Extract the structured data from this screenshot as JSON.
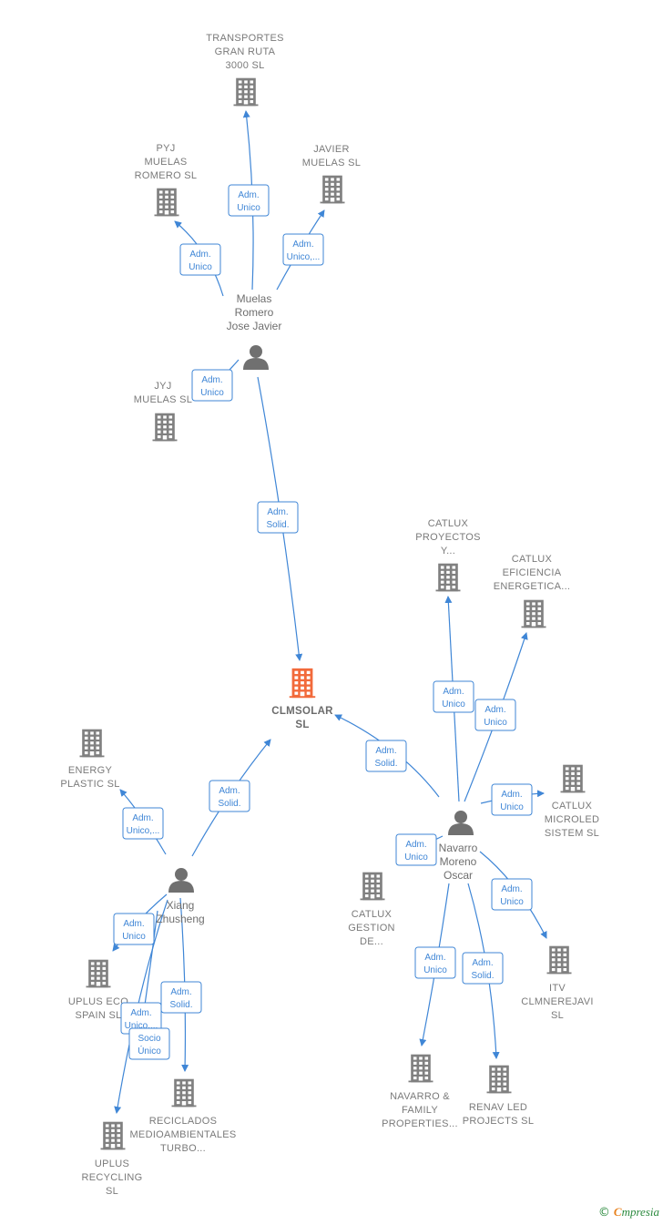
{
  "nodes": [
    {
      "id": "clmsolar",
      "type": "company",
      "main": true,
      "lines": [
        "CLMSOLAR",
        "SL"
      ],
      "color": "#f26a3b"
    },
    {
      "id": "transportes",
      "type": "company",
      "lines": [
        "TRANSPORTES",
        "GRAN RUTA",
        "3000 SL"
      ]
    },
    {
      "id": "pyj",
      "type": "company",
      "lines": [
        "PYJ",
        "MUELAS",
        "ROMERO SL"
      ]
    },
    {
      "id": "javier",
      "type": "company",
      "lines": [
        "JAVIER",
        "MUELAS  SL"
      ]
    },
    {
      "id": "jyj",
      "type": "company",
      "lines": [
        "JYJ",
        "MUELAS  SL"
      ]
    },
    {
      "id": "muelas",
      "type": "person",
      "lines": [
        "Muelas",
        "Romero",
        "Jose Javier"
      ]
    },
    {
      "id": "catlux_proy",
      "type": "company",
      "lines": [
        "CATLUX",
        "PROYECTOS",
        "Y..."
      ]
    },
    {
      "id": "catlux_ef",
      "type": "company",
      "lines": [
        "CATLUX",
        "EFICIENCIA",
        "ENERGETICA..."
      ]
    },
    {
      "id": "catlux_micro",
      "type": "company",
      "lines": [
        "CATLUX",
        "MICROLED",
        "SISTEM  SL"
      ]
    },
    {
      "id": "catlux_gest",
      "type": "company",
      "lines": [
        "CATLUX",
        "GESTION",
        "DE..."
      ]
    },
    {
      "id": "navarro",
      "type": "person",
      "lines": [
        "Navarro",
        "Moreno",
        "Oscar"
      ]
    },
    {
      "id": "itv",
      "type": "company",
      "lines": [
        "ITV",
        "CLMNEREJAVI",
        "SL"
      ]
    },
    {
      "id": "navarro_fam",
      "type": "company",
      "lines": [
        "NAVARRO &",
        "FAMILY",
        "PROPERTIES..."
      ]
    },
    {
      "id": "renav",
      "type": "company",
      "lines": [
        "RENAV LED",
        "PROJECTS SL"
      ]
    },
    {
      "id": "energy",
      "type": "company",
      "lines": [
        "ENERGY",
        "PLASTIC  SL"
      ]
    },
    {
      "id": "xiang",
      "type": "person",
      "lines": [
        "Xiang",
        "Zhusheng"
      ]
    },
    {
      "id": "uplus_eco",
      "type": "company",
      "lines": [
        "UPLUS ECO",
        "SPAIN  SL"
      ]
    },
    {
      "id": "reciclados",
      "type": "company",
      "lines": [
        "RECICLADOS",
        "MEDIOAMBIENTALES",
        "TURBO..."
      ]
    },
    {
      "id": "uplus_rec",
      "type": "company",
      "lines": [
        "UPLUS",
        "RECYCLING",
        "SL"
      ]
    }
  ],
  "edges": [
    {
      "from": "muelas",
      "to": "transportes",
      "label": [
        "Adm.",
        "Unico"
      ]
    },
    {
      "from": "muelas",
      "to": "pyj",
      "label": [
        "Adm.",
        "Unico"
      ]
    },
    {
      "from": "muelas",
      "to": "javier",
      "label": [
        "Adm.",
        "Unico,..."
      ]
    },
    {
      "from": "muelas",
      "to": "jyj",
      "label": [
        "Adm.",
        "Unico"
      ]
    },
    {
      "from": "muelas",
      "to": "clmsolar",
      "label": [
        "Adm.",
        "Solid."
      ]
    },
    {
      "from": "navarro",
      "to": "clmsolar",
      "label": [
        "Adm.",
        "Solid."
      ]
    },
    {
      "from": "navarro",
      "to": "catlux_proy",
      "label": [
        "Adm.",
        "Unico"
      ]
    },
    {
      "from": "navarro",
      "to": "catlux_ef",
      "label": [
        "Adm.",
        "Unico"
      ]
    },
    {
      "from": "navarro",
      "to": "catlux_micro",
      "label": [
        "Adm.",
        "Unico"
      ]
    },
    {
      "from": "navarro",
      "to": "catlux_gest",
      "label": [
        "Adm.",
        "Unico"
      ]
    },
    {
      "from": "navarro",
      "to": "itv",
      "label": [
        "Adm.",
        "Unico"
      ]
    },
    {
      "from": "navarro",
      "to": "navarro_fam",
      "label": [
        "Adm.",
        "Unico"
      ]
    },
    {
      "from": "navarro",
      "to": "renav",
      "label": [
        "Adm.",
        "Solid."
      ]
    },
    {
      "from": "xiang",
      "to": "clmsolar",
      "label": [
        "Adm.",
        "Solid."
      ]
    },
    {
      "from": "xiang",
      "to": "energy",
      "label": [
        "Adm.",
        "Unico,..."
      ]
    },
    {
      "from": "xiang",
      "to": "uplus_eco",
      "label": [
        "Adm.",
        "Unico"
      ]
    },
    {
      "from": "xiang",
      "to": "reciclados",
      "label": [
        "Adm.",
        "Solid."
      ]
    },
    {
      "from": "xiang",
      "to": "uplus_rec",
      "label": [
        "Adm.",
        "Unico,..."
      ]
    },
    {
      "from": "xiang",
      "to": "uplus_rec",
      "label": [
        "Socio",
        "Único"
      ]
    }
  ],
  "footer": {
    "copyright": "©",
    "brand_first": "C",
    "brand_rest": "mpresia"
  },
  "colors": {
    "edge": "#3f86d6",
    "company": "#808080",
    "main_company": "#f26a3b",
    "person": "#707070"
  }
}
